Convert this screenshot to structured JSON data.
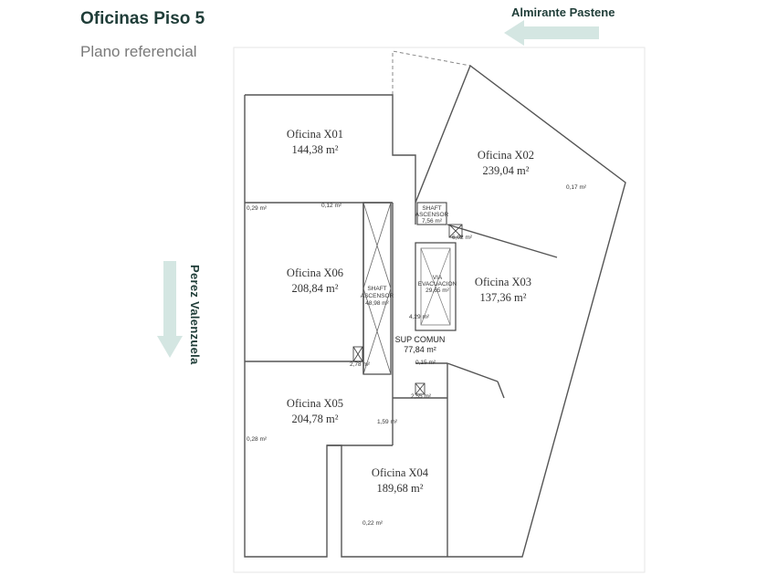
{
  "header": {
    "title": "Oficinas Piso 5",
    "subtitle": "Plano referencial"
  },
  "streets": {
    "top": "Almirante Pastene",
    "left": "Perez Valenzuela"
  },
  "colors": {
    "title": "#1f3d38",
    "arrow": "#cfe3df",
    "walls": "#555555"
  },
  "offices": [
    {
      "name": "Oficina X01",
      "area": "144,38 m²"
    },
    {
      "name": "Oficina X02",
      "area": "239,04 m²"
    },
    {
      "name": "Oficina X03",
      "area": "137,36 m²"
    },
    {
      "name": "Oficina X04",
      "area": "189,68 m²"
    },
    {
      "name": "Oficina X05",
      "area": "204,78 m²"
    },
    {
      "name": "Oficina X06",
      "area": "208,84 m²"
    }
  ],
  "shafts": {
    "main_line1": "SHAFT",
    "main_line2": "ASCENSOR",
    "main_area": "48,98 m²",
    "small_line1": "SHAFT",
    "small_line2": "ASCENSOR",
    "small_area": "7,56 m²",
    "evac_line1": "VIA",
    "evac_line2": "EVACUACION",
    "evac_area": "29,65 m²"
  },
  "common": {
    "label": "SUP COMUN",
    "area": "77,84 m²"
  },
  "small_areas": [
    "0,29 m²",
    "0,12 m²",
    "0,17 m²",
    "6,02 m²",
    "4,29 m²",
    "2,78 m²",
    "0,15 m²",
    "2,55 m²",
    "1,59 m²",
    "0,28 m²",
    "0,22 m²"
  ]
}
